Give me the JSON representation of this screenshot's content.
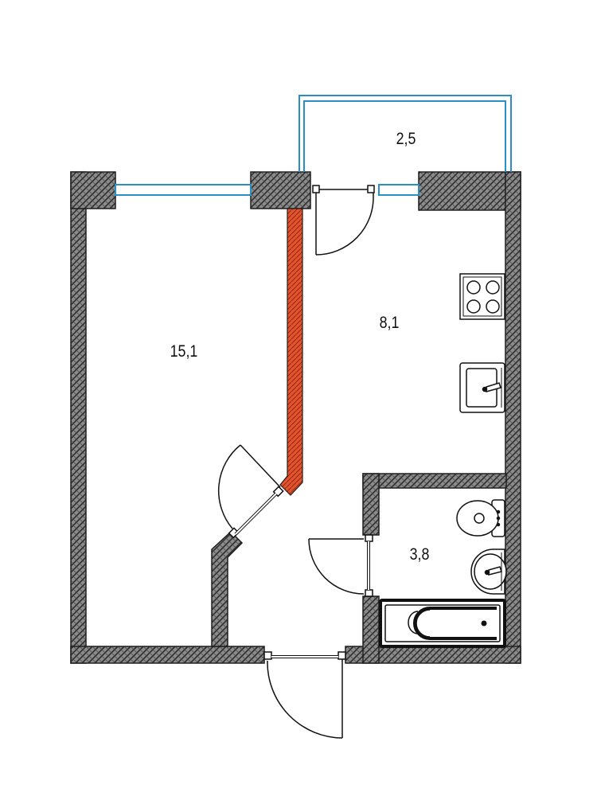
{
  "rooms": {
    "balcony": {
      "area": "2,5"
    },
    "kitchen": {
      "area": "8,1"
    },
    "living_room": {
      "area": "15,1"
    },
    "bathroom": {
      "area": "3,8"
    }
  },
  "colors": {
    "wall_fill": "#8a8a8a",
    "wall_hatch": "#2f2f2f",
    "partition": "#e0502c",
    "window": "#2a8fc4",
    "outline": "#1a1a1a"
  },
  "icons": [
    "cooktop-icon",
    "kitchen-sink-icon",
    "toilet-icon",
    "washbasin-icon",
    "bathtub-icon"
  ]
}
